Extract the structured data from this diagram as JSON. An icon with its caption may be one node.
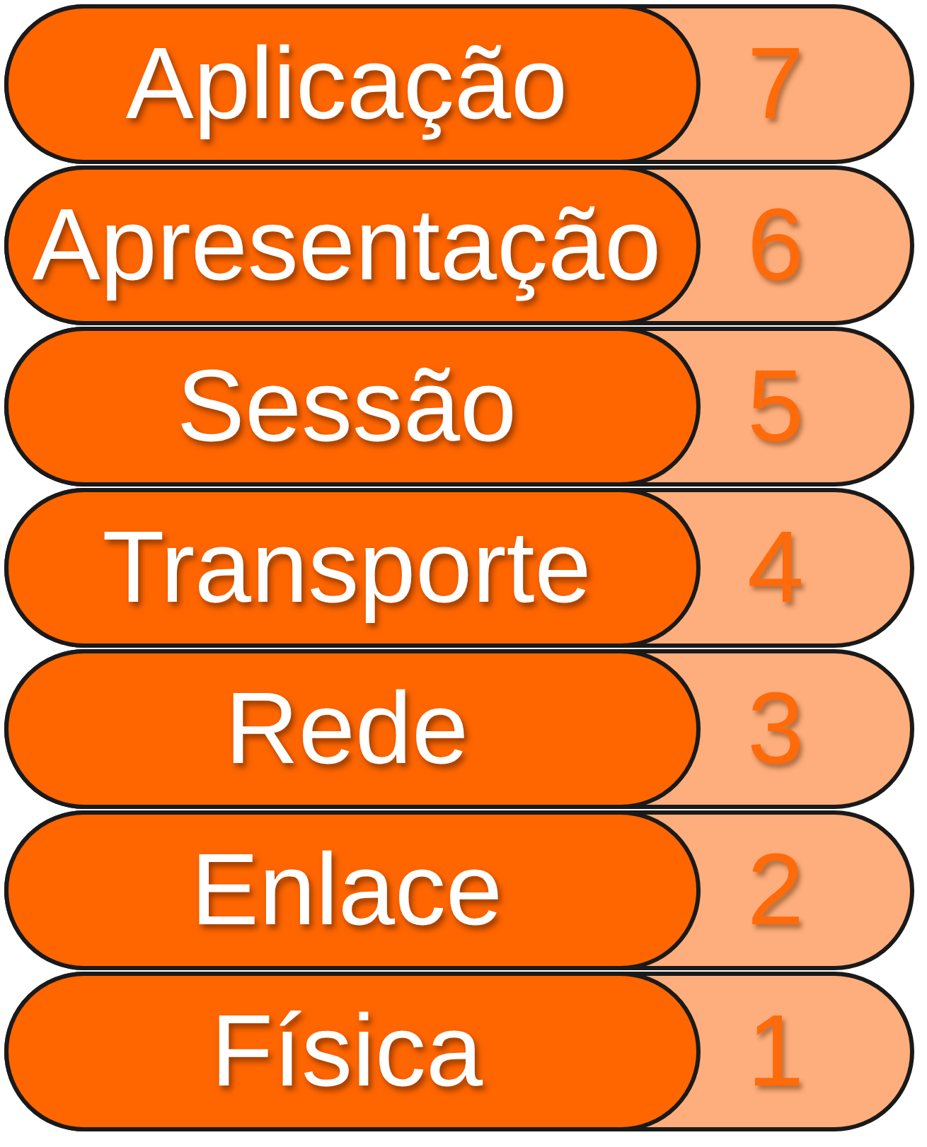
{
  "diagram": {
    "nodes": [
      {
        "text": [
          "7"
        ]
      },
      {
        "text": [
          "Aplicação"
        ],
        "in": 0
      },
      {
        "text": [
          "6"
        ]
      },
      {
        "text": [
          "Apresentação"
        ],
        "in": 2
      },
      {
        "text": [
          "5"
        ]
      },
      {
        "text": [
          "Sessão"
        ],
        "in": 4
      },
      {
        "text": [
          "4"
        ]
      },
      {
        "text": [
          "Transporte"
        ],
        "in": 6
      },
      {
        "text": [
          "3"
        ]
      },
      {
        "text": [
          "Rede"
        ],
        "in": 8
      },
      {
        "text": [
          "2"
        ]
      },
      {
        "text": [
          "Enlace"
        ],
        "in": 10
      },
      {
        "text": [
          "1"
        ]
      },
      {
        "text": [
          "Física"
        ],
        "in": 12
      }
    ]
  }
}
